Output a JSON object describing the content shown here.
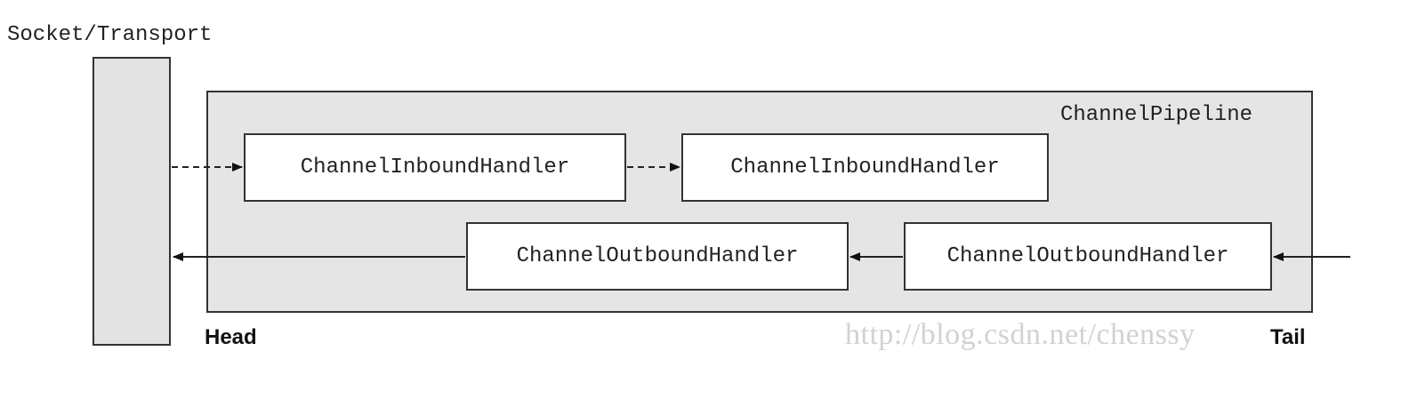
{
  "socket_label": "Socket/Transport",
  "pipeline_label": "ChannelPipeline",
  "handlers": {
    "inbound_1": "ChannelInboundHandler",
    "inbound_2": "ChannelInboundHandler",
    "outbound_1": "ChannelOutboundHandler",
    "outbound_2": "ChannelOutboundHandler"
  },
  "head_label": "Head",
  "tail_label": "Tail",
  "watermark": "http://blog.csdn.net/chenssy",
  "colors": {
    "box_fill": "#e5e5e5",
    "handler_fill": "#ffffff",
    "stroke": "#333333",
    "watermark": "#d2d2d2"
  }
}
